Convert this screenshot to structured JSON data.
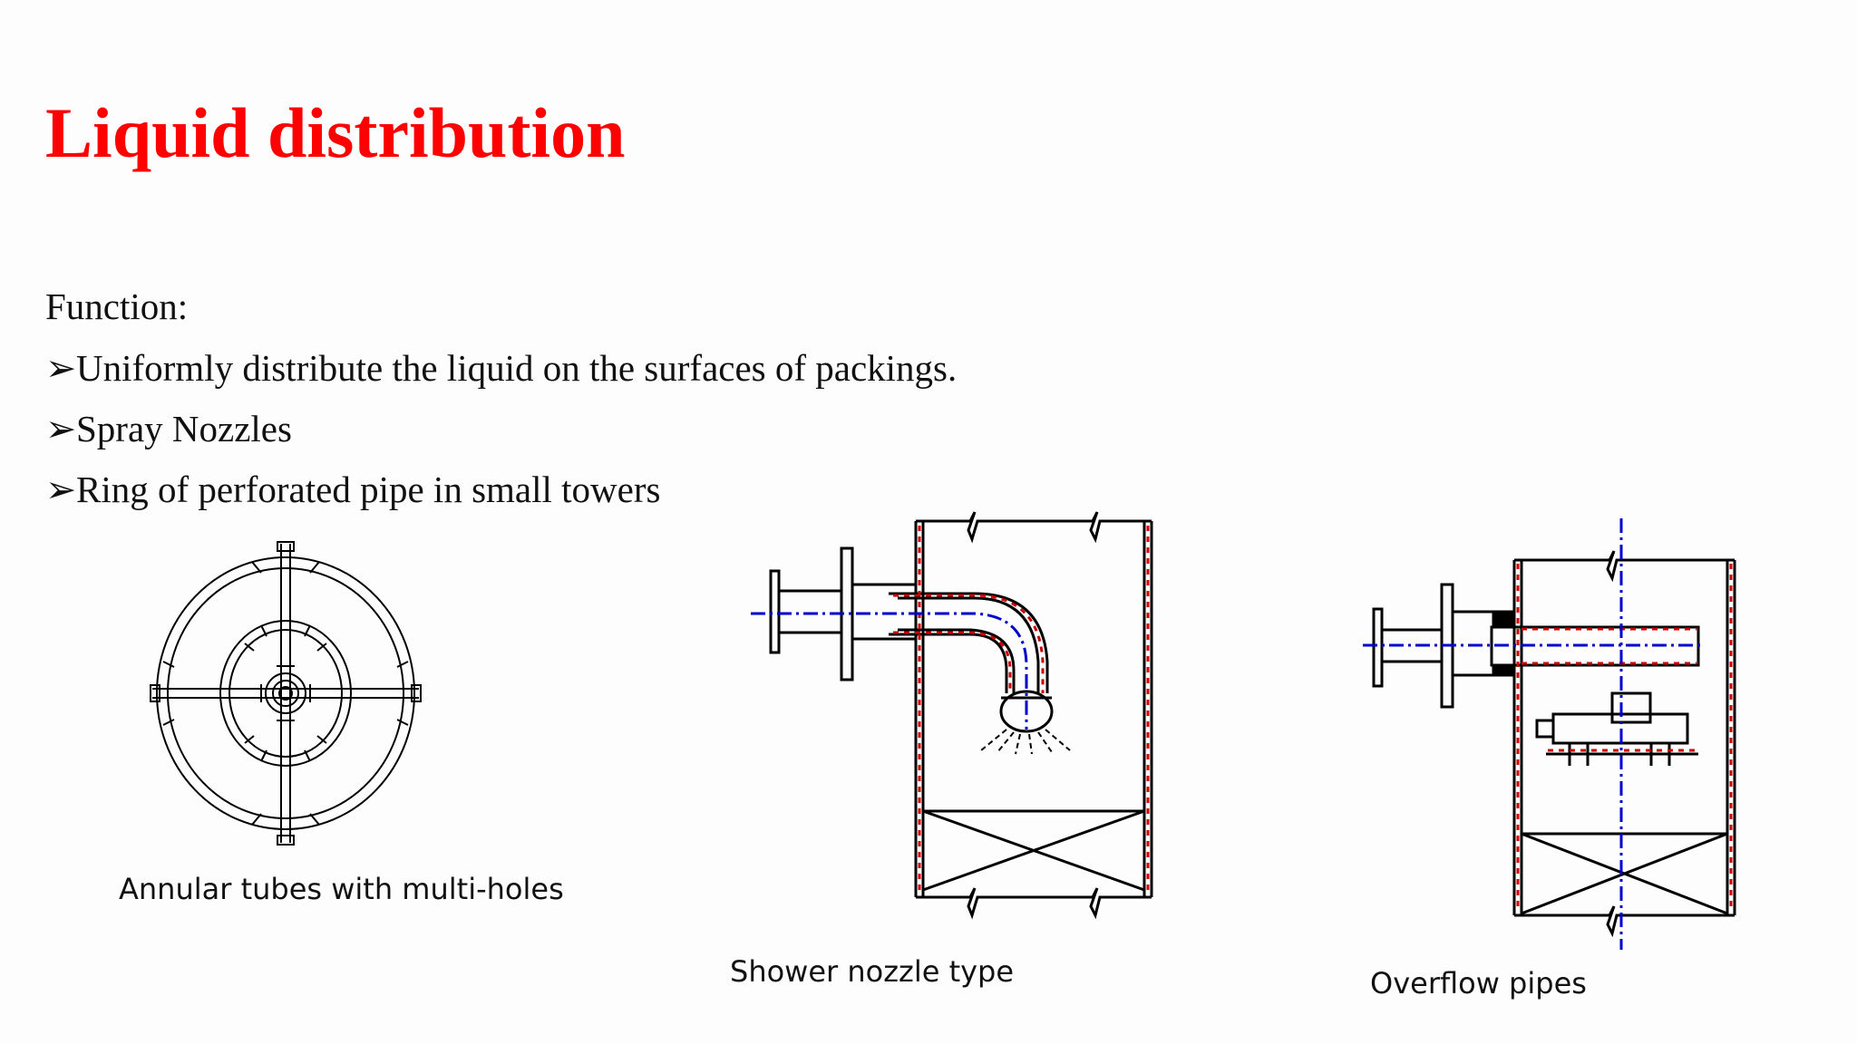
{
  "slide": {
    "title": "Liquid distribution",
    "function_heading": "Function:",
    "bullets": [
      "Uniformly distribute the liquid on the surfaces of packings.",
      "Spray Nozzles",
      "Ring of perforated pipe in small towers"
    ],
    "bullet_glyph": "➢",
    "figures": [
      {
        "caption": "Annular tubes with multi-holes"
      },
      {
        "caption": "Shower nozzle type"
      },
      {
        "caption": "Overflow pipes"
      }
    ],
    "colors": {
      "title": "#ff0000",
      "centerline": "#0000cc",
      "wall_hatch": "#cc0000",
      "line": "#000000"
    }
  }
}
